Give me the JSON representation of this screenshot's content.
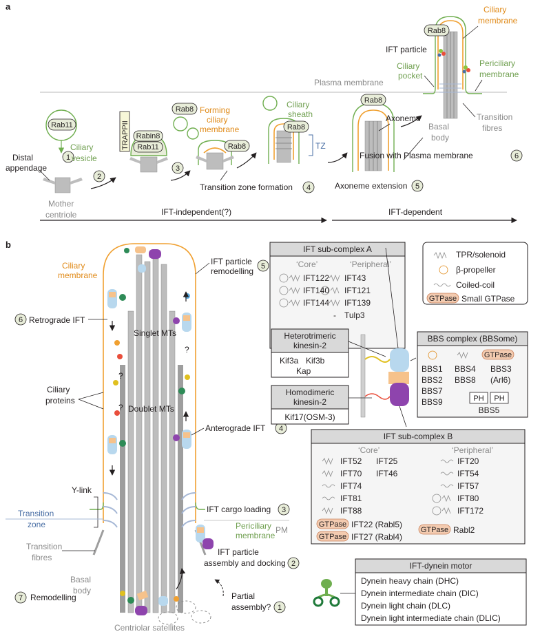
{
  "panel_a": {
    "label": "a",
    "rab11": "Rab11",
    "rabin8": "Rabin8",
    "rab11b": "Rab11",
    "trappii": "TRAPPII",
    "rab8_1": "Rab8",
    "rab8_2": "Rab8",
    "rab8_3": "Rab8",
    "rab8_4": "Rab8",
    "rab8_5": "Rab8",
    "distal_appendage": [
      "Distal",
      "appendage"
    ],
    "mother_centriole": [
      "Mother",
      "centriole"
    ],
    "ciliary_vesicle": [
      "Ciliary",
      "vesicle"
    ],
    "forming_membrane": [
      "Forming",
      "ciliary",
      "membrane"
    ],
    "ciliary_sheath": [
      "Ciliary",
      "sheath"
    ],
    "tz": "TZ",
    "plasma_membrane": "Plasma membrane",
    "axoneme": "Axoneme",
    "ciliary_membrane": [
      "Ciliary",
      "membrane"
    ],
    "ift_particle": "IFT particle",
    "ciliary_pocket": [
      "Ciliary",
      "pocket"
    ],
    "periciliary_membrane": [
      "Periciliary",
      "membrane"
    ],
    "transition_fibres": [
      "Transition",
      "fibres"
    ],
    "basal_body": [
      "Basal",
      "body"
    ],
    "transition_zone_formation": "Transition zone formation",
    "axoneme_extension": "Axoneme extension",
    "fusion_pm": "Fusion with Plasma membrane",
    "steps": [
      "1",
      "2",
      "3",
      "4",
      "5",
      "6"
    ],
    "ift_independent": "IFT-independent(?)",
    "ift_dependent": "IFT-dependent"
  },
  "panel_b": {
    "label": "b",
    "ciliary_membrane": [
      "Ciliary",
      "membrane"
    ],
    "ift_particle_remodelling": [
      "IFT particle",
      "remodelling"
    ],
    "retrograde_ift": "Retrograde IFT",
    "singlet_mts": "Singlet MTs",
    "doublet_mts": "Doublet MTs",
    "ciliary_proteins": [
      "Ciliary",
      "proteins"
    ],
    "anterograde_ift": "Anterograde IFT",
    "y_link": "Y-link",
    "transition_zone": [
      "Transition",
      "zone"
    ],
    "transition_fibres": [
      "Transition",
      "fibres"
    ],
    "ift_cargo_loading": "IFT cargo loading",
    "pm": "PM",
    "periciliary_membrane": [
      "Periciliary",
      "membrane"
    ],
    "ift_assembly": [
      "IFT particle",
      "assembly and docking"
    ],
    "basal_body": [
      "Basal",
      "body"
    ],
    "remodelling": "Remodelling",
    "partial_assembly": [
      "Partial",
      "assembly?"
    ],
    "centriolar_satellites": "Centriolar satellites",
    "question": "?",
    "steps": [
      "1",
      "2",
      "3",
      "4",
      "5",
      "6",
      "7"
    ]
  },
  "legend": {
    "tpr": "TPR/solenoid",
    "beta": "β-propeller",
    "coiled": "Coiled-coil",
    "gtpase_chip": "GTPase",
    "small_gtpase": "Small GTPase"
  },
  "ift_a": {
    "title": "IFT sub-complex A",
    "core_head": "‘Core’",
    "peripheral_head": "‘Peripheral’",
    "core": [
      "IFT122",
      "IFT140",
      "IFT144"
    ],
    "peripheral": [
      "IFT43",
      "IFT121",
      "IFT139",
      "Tulp3"
    ],
    "dash": "-"
  },
  "hetero_kinesin": {
    "title": [
      "Heterotrimeric",
      "kinesin-2"
    ],
    "members": [
      "Kif3a",
      "Kif3b",
      "Kap"
    ]
  },
  "homo_kinesin": {
    "title": [
      "Homodimeric",
      "kinesin-2"
    ],
    "members": "Kif17(OSM-3)"
  },
  "bbs": {
    "title": "BBS complex (BBSome)",
    "gtpase": "GTPase",
    "col1": [
      "BBS1",
      "BBS2",
      "BBS7",
      "BBS9"
    ],
    "col2": [
      "BBS4",
      "BBS8"
    ],
    "col3": [
      "BBS3",
      "(Arl6)"
    ],
    "ph": "PH",
    "bbs5": "BBS5"
  },
  "ift_b": {
    "title": "IFT sub-complex B",
    "core_head": "‘Core’",
    "peripheral_head": "‘Peripheral’",
    "core_col1": [
      "IFT52",
      "IFT70",
      "IFT74",
      "IFT81",
      "IFT88"
    ],
    "core_col2": [
      "IFT25",
      "IFT46"
    ],
    "peripheral": [
      "IFT20",
      "IFT54",
      "IFT57",
      "IFT80",
      "IFT172"
    ],
    "gtp1": "IFT22 (Rabl5)",
    "gtp2": "IFT27 (Rabl4)",
    "gtp3": "Rabl2",
    "gtpase": "GTPase"
  },
  "dynein": {
    "title": "IFT-dynein motor",
    "rows": [
      "Dynein heavy chain (DHC)",
      "Dynein intermediate chain (DIC)",
      "Dynein light chain (DLC)",
      "Dynein light intermediate chain (DLIC)"
    ]
  },
  "colors": {
    "green": "#6fae4f",
    "orange": "#f0a030",
    "blue_label": "#4a6fa5",
    "grey_box": "#d9d9d9",
    "gtpase_fill": "#f3cbb0"
  }
}
